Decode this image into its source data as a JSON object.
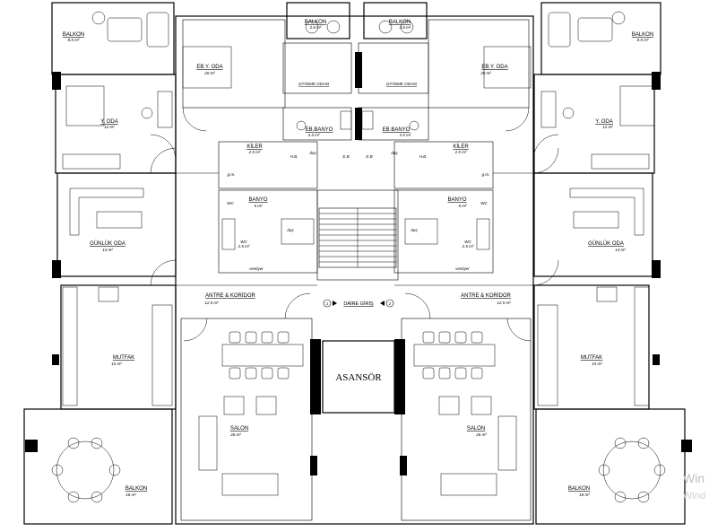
{
  "plan": {
    "elevator_label": "ASANSÖR",
    "entrance_label": "DAİRE GİRİŞ",
    "entrance_marks": [
      "1",
      "2"
    ],
    "watermark": [
      "Win",
      "Wind"
    ]
  },
  "left_unit": {
    "balkon_top": {
      "name": "BALKON",
      "area": "8.5 m²"
    },
    "balkon_small": {
      "name": "BALKON",
      "area": "2.6 m²"
    },
    "eb_y_oda": {
      "name": "EB.Y. ODA",
      "area": "20 m²"
    },
    "giyinme": {
      "name": "GİYİNME ODASI"
    },
    "y_oda": {
      "name": "Y. ODA",
      "area": "12 m²"
    },
    "eb_banyo": {
      "name": "EB.BANYO",
      "area": "3.5 m²"
    },
    "kiler": {
      "name": "KİLER",
      "area": "2.5 m²"
    },
    "hb": {
      "name": "H.B."
    },
    "dus": {
      "name": "duş"
    },
    "gm": {
      "name": "g.m."
    },
    "banyo": {
      "name": "BANYO",
      "area": "5 m²"
    },
    "wc": {
      "name": "WC"
    },
    "wc2": {
      "name": "WC",
      "area": "2.5 m²"
    },
    "dus2": {
      "name": "duş"
    },
    "vestiyer": {
      "name": "vestiyer"
    },
    "gunluk_oda": {
      "name": "GÜNLÜK ODA",
      "area": "14 m²"
    },
    "antre": {
      "name": "ANTRE & KORİDOR",
      "area": "12.5 m²"
    },
    "mutfak": {
      "name": "MUTFAK",
      "area": "15 m²"
    },
    "salon": {
      "name": "SALON",
      "area": "26 m²"
    },
    "balkon_bottom": {
      "name": "BALKON",
      "area": "18 m²"
    },
    "eb_box": {
      "name": "E.B"
    }
  },
  "right_unit": {
    "balkon_top": {
      "name": "BALKON",
      "area": "8.5 m²"
    },
    "balkon_small": {
      "name": "BALKON",
      "area": "2.6 m²"
    },
    "eb_y_oda": {
      "name": "EB.Y. ODA",
      "area": "20 m²"
    },
    "giyinme": {
      "name": "GİYİNME ODASI"
    },
    "y_oda": {
      "name": "Y. ODA",
      "area": "12 m²"
    },
    "eb_banyo": {
      "name": "EB.BANYO",
      "area": "3.5 m²"
    },
    "kiler": {
      "name": "KİLER",
      "area": "2.5 m²"
    },
    "hb": {
      "name": "H.B."
    },
    "dus": {
      "name": "duş"
    },
    "gm": {
      "name": "g.m."
    },
    "banyo": {
      "name": "BANYO",
      "area": "5 m²"
    },
    "wc": {
      "name": "WC"
    },
    "wc2": {
      "name": "WC",
      "area": "2.5 m²"
    },
    "dus2": {
      "name": "duş"
    },
    "vestiyer": {
      "name": "vestiyer"
    },
    "gunluk_oda": {
      "name": "GÜNLÜK ODA",
      "area": "14 m²"
    },
    "antre": {
      "name": "ANTRE & KORİDOR",
      "area": "12.5 m²"
    },
    "mutfak": {
      "name": "MUTFAK",
      "area": "15 m²"
    },
    "salon": {
      "name": "SALON",
      "area": "26 m²"
    },
    "balkon_bottom": {
      "name": "BALKON",
      "area": "18 m²"
    },
    "eb_box": {
      "name": "E.B"
    }
  },
  "colors": {
    "line": "#000000",
    "column": "#000000",
    "watermark": "#bdbdbd"
  }
}
